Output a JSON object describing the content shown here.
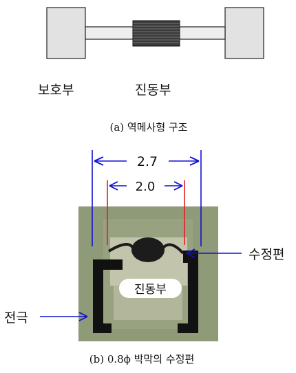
{
  "part_a": {
    "label_protect": "보호부",
    "label_vibrate": "진동부",
    "caption": "(a) 역메사형 구조"
  },
  "part_b": {
    "dim_outer": "2.7",
    "dim_inner": "2.0",
    "label_crystal": "수정편",
    "label_vibrate": "진동부",
    "label_electrode": "전극",
    "caption": "(b) 0.8ϕ 박막의 수정편"
  },
  "colors": {
    "dimension_blue": "#1010d0",
    "red_line": "#e02020",
    "photo_bg": "#8f9a78",
    "electrode": "#111111"
  }
}
